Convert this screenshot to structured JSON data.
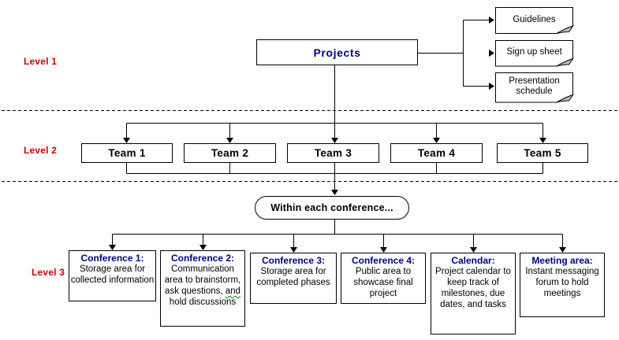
{
  "figure": {
    "level_labels": [
      "Level 1",
      "Level 2",
      "Level 3"
    ],
    "root": {
      "label": "Projects"
    },
    "documents": [
      {
        "label": "Guidelines"
      },
      {
        "label": "Sign up sheet"
      },
      {
        "label": "Presentation schedule"
      }
    ],
    "teams": [
      {
        "label": "Team 1"
      },
      {
        "label": "Team 2"
      },
      {
        "label": "Team 3"
      },
      {
        "label": "Team 4"
      },
      {
        "label": "Team 5"
      }
    ],
    "conference_note": "Within each conference...",
    "areas": [
      {
        "title": "Conference 1:",
        "body": "Storage area for collected information"
      },
      {
        "title": "Conference 2:",
        "body_pre": "Communication area to brainstorm, ask questions, ",
        "body_squiggle": "and",
        "body_post": " hold discussions"
      },
      {
        "title": "Conference 3:",
        "body": "Storage area for completed phases"
      },
      {
        "title": "Conference 4:",
        "body": "Public area to showcase final project"
      },
      {
        "title": "Calendar:",
        "body": "Project calendar to keep track of milestones, due dates, and tasks"
      },
      {
        "title": "Meeting area:",
        "body": "Instant messaging forum to hold meetings"
      }
    ],
    "colors": {
      "level_label": "#cc0000",
      "node_heading": "#000080",
      "line": "#000000",
      "dogear_fill": "#c0c0c0",
      "squiggle": "#008000",
      "background": "#ffffff"
    }
  }
}
